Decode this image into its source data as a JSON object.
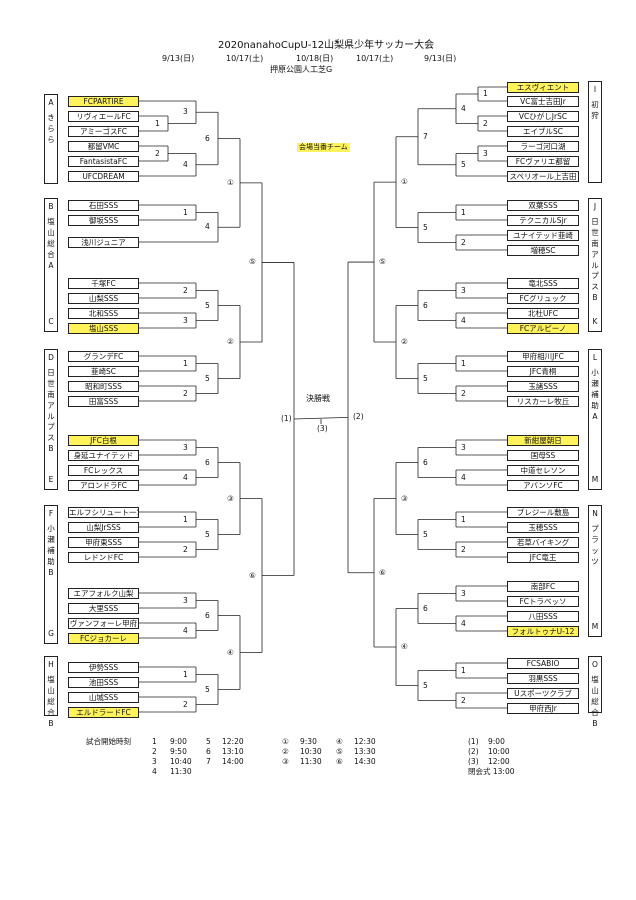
{
  "title": "2020nanahoCupU-12山梨県少年サッカー大会",
  "header": {
    "dates": [
      "9/13(日)",
      "10/17(土)",
      "10/18(日)",
      "10/17(土)",
      "9/13(日)"
    ],
    "venue": "押原公園人工芝G"
  },
  "host_label": "会場当番チーム",
  "final_label": "決勝戦",
  "colors": {
    "highlight": "#fff35c",
    "line": "#222222"
  },
  "left": {
    "teams": [
      {
        "name": "FCPARTIRE",
        "hl": true
      },
      {
        "name": "リヴィエールFC",
        "hl": false
      },
      {
        "name": "アミーゴスFC",
        "hl": false
      },
      {
        "name": "都留VMC",
        "hl": false
      },
      {
        "name": "FantasistaFC",
        "hl": false
      },
      {
        "name": "UFCDREAM",
        "hl": false
      },
      {
        "name": "石田SSS",
        "hl": false
      },
      {
        "name": "御坂SSS",
        "hl": false
      },
      {
        "name": "浅川ジュニア",
        "hl": false
      },
      {
        "name": "千塚FC",
        "hl": false
      },
      {
        "name": "山梨SSS",
        "hl": false
      },
      {
        "name": "北和SSS",
        "hl": false
      },
      {
        "name": "塩山SSS",
        "hl": true
      },
      {
        "name": "グランデFC",
        "hl": false
      },
      {
        "name": "韮崎SC",
        "hl": false
      },
      {
        "name": "昭和町SSS",
        "hl": false
      },
      {
        "name": "田富SSS",
        "hl": false
      },
      {
        "name": "JFC白根",
        "hl": true
      },
      {
        "name": "身延ユナイテッド",
        "hl": false
      },
      {
        "name": "FCレックス",
        "hl": false
      },
      {
        "name": "アロンドラFC",
        "hl": false
      },
      {
        "name": "エルフシリュート一宮",
        "hl": false
      },
      {
        "name": "山梨JrSSS",
        "hl": false
      },
      {
        "name": "甲府東SSS",
        "hl": false
      },
      {
        "name": "レドンドFC",
        "hl": false
      },
      {
        "name": "エアフォルク山梨",
        "hl": false
      },
      {
        "name": "大里SSS",
        "hl": false
      },
      {
        "name": "ヴァンフォーレ甲府",
        "hl": false
      },
      {
        "name": "FCジョカーレ",
        "hl": true
      },
      {
        "name": "伊勢SSS",
        "hl": false
      },
      {
        "name": "池田SSS",
        "hl": false
      },
      {
        "name": "山城SSS",
        "hl": false
      },
      {
        "name": "エルドラードFC",
        "hl": true
      }
    ],
    "groups": [
      {
        "code": "A",
        "label": "きらら"
      },
      {
        "code": "B",
        "label": "塩山総合A",
        "end": "C"
      },
      {
        "code": "D",
        "label": "日世南アルプスB",
        "end": "E"
      },
      {
        "code": "F",
        "label": "小瀬補助B",
        "end": "G"
      },
      {
        "code": "H",
        "label": "塩山総合B"
      }
    ]
  },
  "right": {
    "teams": [
      {
        "name": "エスヴィエント",
        "hl": true
      },
      {
        "name": "VC富士吉田Jr",
        "hl": false
      },
      {
        "name": "VCひがしJrSC",
        "hl": false
      },
      {
        "name": "エイブルSC",
        "hl": false
      },
      {
        "name": "ラーゴ河口湖",
        "hl": false
      },
      {
        "name": "FCヴァリエ都留",
        "hl": false
      },
      {
        "name": "スペリオール上吉田",
        "hl": false
      },
      {
        "name": "双葉SSS",
        "hl": false
      },
      {
        "name": "テクニカルSjr",
        "hl": false
      },
      {
        "name": "ユナイテッド韮崎",
        "hl": false
      },
      {
        "name": "増穂SC",
        "hl": false
      },
      {
        "name": "竜北SSS",
        "hl": false
      },
      {
        "name": "FCグリュック",
        "hl": false
      },
      {
        "name": "北杜UFC",
        "hl": false
      },
      {
        "name": "FCアルピーノ",
        "hl": true
      },
      {
        "name": "甲府相川JFC",
        "hl": false
      },
      {
        "name": "JFC青桐",
        "hl": false
      },
      {
        "name": "玉諸SSS",
        "hl": false
      },
      {
        "name": "リスカーレ牧丘",
        "hl": false
      },
      {
        "name": "新紺屋朝日",
        "hl": true
      },
      {
        "name": "国母SS",
        "hl": false
      },
      {
        "name": "中道セレソン",
        "hl": false
      },
      {
        "name": "アバンソFC",
        "hl": false
      },
      {
        "name": "ブレジール敷島",
        "hl": false
      },
      {
        "name": "玉穂SSS",
        "hl": false
      },
      {
        "name": "若草バイキング",
        "hl": false
      },
      {
        "name": "JFC竜王",
        "hl": false
      },
      {
        "name": "南部FC",
        "hl": false
      },
      {
        "name": "FCトラベッソ",
        "hl": false
      },
      {
        "name": "八田SSS",
        "hl": false
      },
      {
        "name": "フォルトゥナU-12",
        "hl": true
      },
      {
        "name": "FCSABIO",
        "hl": false
      },
      {
        "name": "羽黒SSS",
        "hl": false
      },
      {
        "name": "Uスポーツクラブ",
        "hl": false
      },
      {
        "name": "甲府西Jr",
        "hl": false
      }
    ],
    "groups": [
      {
        "code": "I",
        "label": "初狩"
      },
      {
        "code": "J",
        "label": "日世南アルプスB",
        "end": "K"
      },
      {
        "code": "L",
        "label": "小瀬補助A",
        "end": "M"
      },
      {
        "code": "N",
        "label": "プラッツ",
        "end": "M"
      },
      {
        "code": "O",
        "label": "塩山総合B"
      }
    ]
  },
  "match_numbers": {
    "r1": [
      "1",
      "2",
      "3",
      "4",
      "5",
      "6",
      "7"
    ],
    "r2": [
      "①",
      "②",
      "③",
      "④",
      "⑤",
      "⑥"
    ],
    "r3": [
      "(1)",
      "(2)",
      "(3)"
    ]
  },
  "schedule": {
    "label": "試合開始時刻",
    "col1": [
      [
        "1",
        "9:00"
      ],
      [
        "2",
        "9:50"
      ],
      [
        "3",
        "10:40"
      ],
      [
        "4",
        "11:30"
      ]
    ],
    "col2": [
      [
        "5",
        "12:20"
      ],
      [
        "6",
        "13:10"
      ],
      [
        "7",
        "14:00"
      ]
    ],
    "col3": [
      [
        "①",
        "9:30"
      ],
      [
        "②",
        "10:30"
      ],
      [
        "③",
        "11:30"
      ]
    ],
    "col4": [
      [
        "④",
        "12:30"
      ],
      [
        "⑤",
        "13:30"
      ],
      [
        "⑥",
        "14:30"
      ]
    ],
    "col5": [
      [
        "(1)",
        "9:00"
      ],
      [
        "(2)",
        "10:00"
      ],
      [
        "(3)",
        "12:00"
      ]
    ],
    "closing": "閉会式 13:00"
  }
}
